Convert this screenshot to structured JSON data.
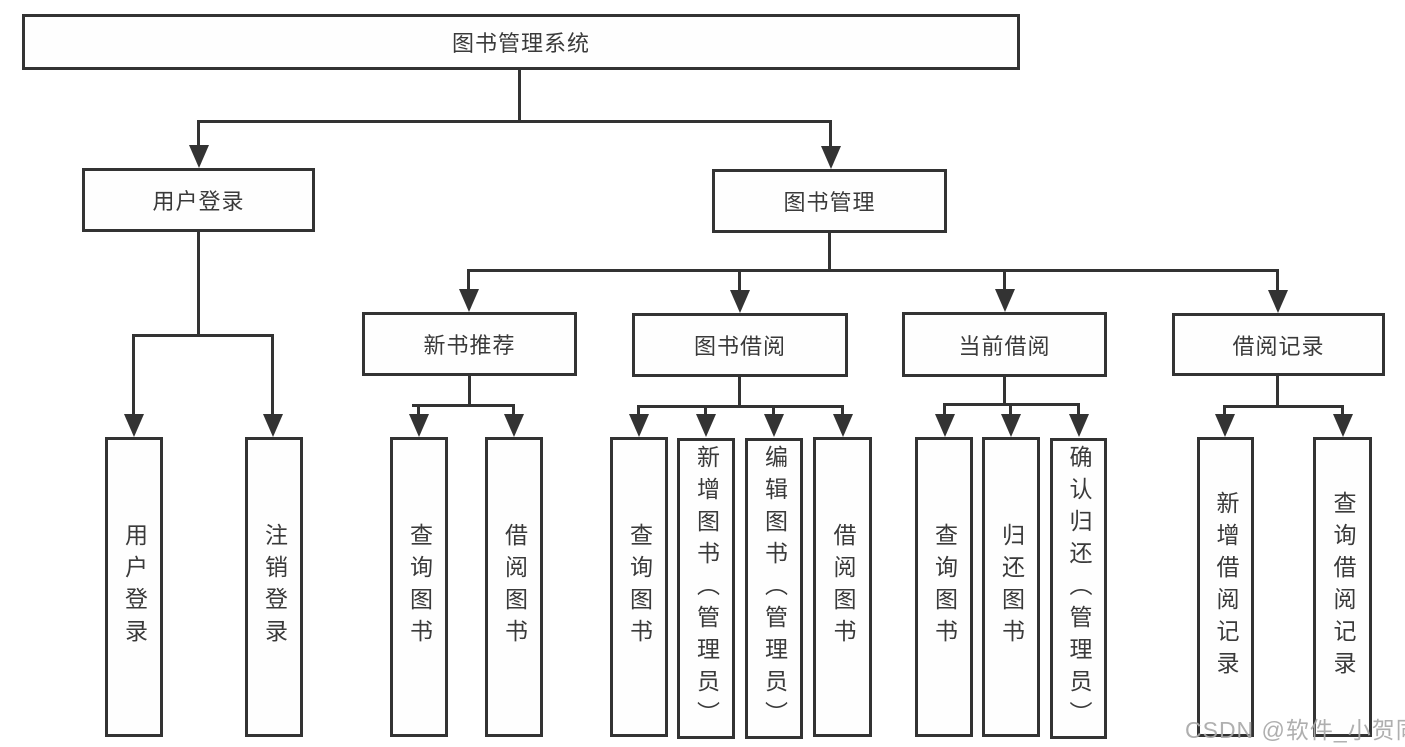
{
  "tree": {
    "label": "图书管理系统",
    "children": [
      {
        "label": "用户登录",
        "children": [
          {
            "label": "用户登录"
          },
          {
            "label": "注销登录"
          }
        ]
      },
      {
        "label": "图书管理",
        "children": [
          {
            "label": "新书推荐",
            "children": [
              {
                "label": "查询图书"
              },
              {
                "label": "借阅图书"
              }
            ]
          },
          {
            "label": "图书借阅",
            "children": [
              {
                "label": "查询图书"
              },
              {
                "label": "新增图书（管理员）"
              },
              {
                "label": "编辑图书（管理员）"
              },
              {
                "label": "借阅图书"
              }
            ]
          },
          {
            "label": "当前借阅",
            "children": [
              {
                "label": "查询图书"
              },
              {
                "label": "归还图书"
              },
              {
                "label": "确认归还（管理员）"
              }
            ]
          },
          {
            "label": "借阅记录",
            "children": [
              {
                "label": "新增借阅记录"
              },
              {
                "label": "查询借阅记录"
              }
            ]
          }
        ]
      }
    ]
  },
  "watermark": "CSDN @软件_小贺同学",
  "colors": {
    "line": "#333333",
    "text": "#3a3a3a",
    "watermark": "#a8a8a8",
    "background": "#ffffff"
  }
}
